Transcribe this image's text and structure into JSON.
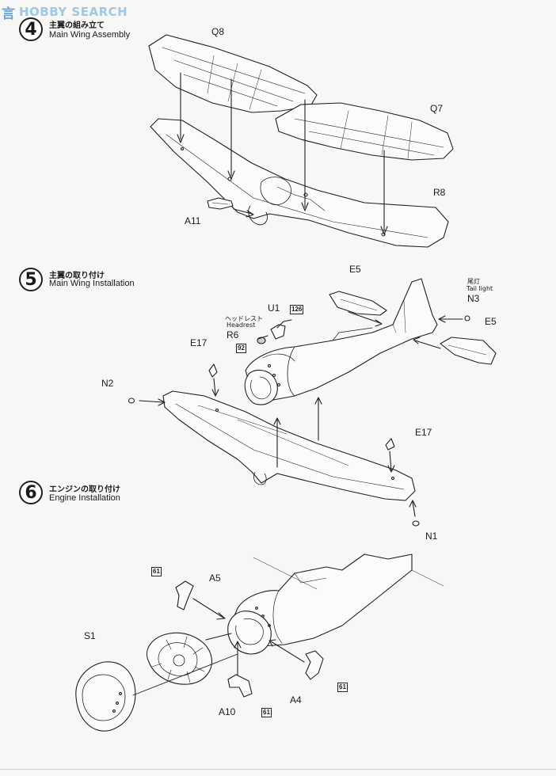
{
  "watermark": {
    "cn": "言",
    "brand": "HOBBY SEARCH"
  },
  "steps": [
    {
      "number": "4",
      "title_jp": "主翼の組み立て",
      "title_en": "Main Wing Assembly"
    },
    {
      "number": "5",
      "title_jp": "主翼の取り付け",
      "title_en": "Main Wing Installation"
    },
    {
      "number": "6",
      "title_jp": "エンジンの取り付け",
      "title_en": "Engine Installation"
    }
  ],
  "parts": {
    "q8": "Q8",
    "q7": "Q7",
    "r8": "R8",
    "a11": "A11",
    "e5_top": "E5",
    "e5_right": "E5",
    "n3": "N3",
    "u1": "U1",
    "r6": "R6",
    "e17_left": "E17",
    "e17_right": "E17",
    "n2": "N2",
    "n1": "N1",
    "a5": "A5",
    "s1": "S1",
    "a4": "A4",
    "a10": "A10"
  },
  "notes": {
    "tail_light_jp": "尾灯",
    "tail_light_en": "Tail light",
    "headrest_jp": "ヘッドレスト",
    "headrest_en": "Headrest"
  },
  "paint_refs": {
    "u1": "126",
    "r6": "92",
    "a5": "61",
    "a4": "61",
    "a10": "61"
  },
  "colors": {
    "line": "#1f1f1f",
    "paper": "#f7f7f5",
    "watermark_cn": "#6aa6d8",
    "watermark_en": "#9ec7e8"
  }
}
